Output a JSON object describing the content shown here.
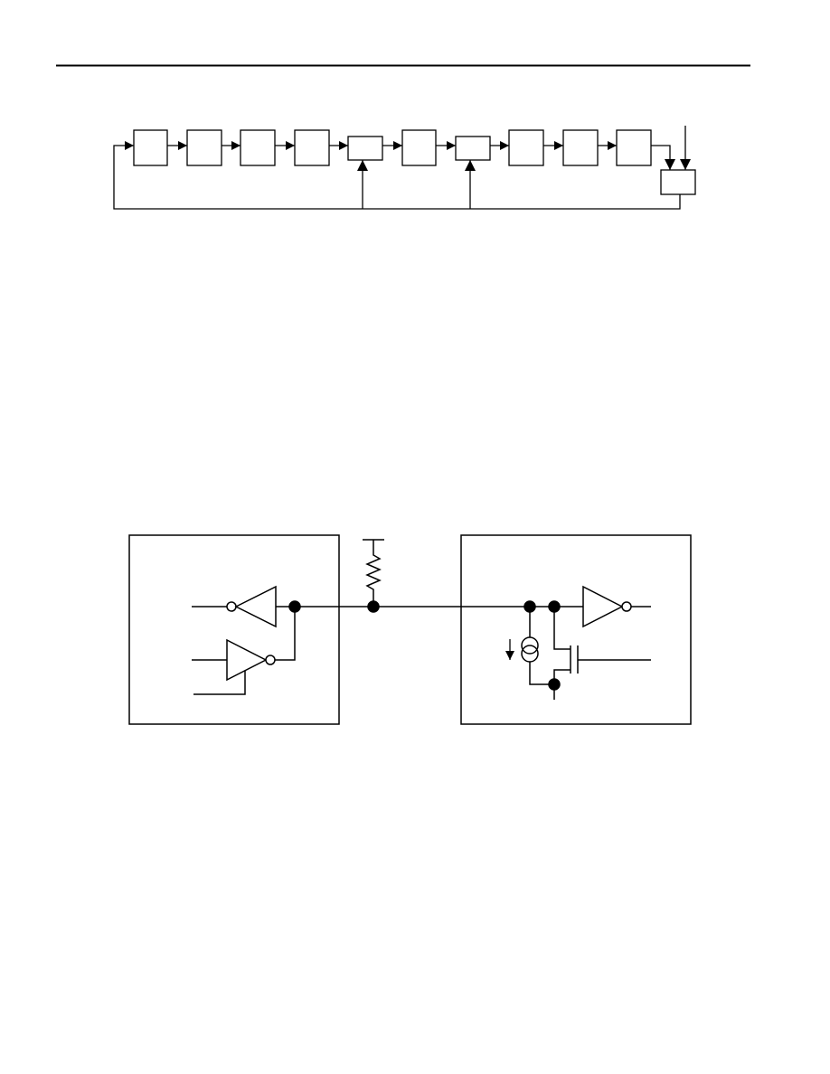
{
  "page": {
    "colors": {
      "background": "#ffffff",
      "ink": "#000000"
    },
    "header_rule": true
  },
  "lfsr_diagram": {
    "register_stage_count": 10,
    "xor_gate_count": 3,
    "feedback_tap_count": 3,
    "external_input_arrow": true
  },
  "pullup_diagram": {
    "left_block": {
      "receiver": "inverting-buffer",
      "driver": "tristate-inverting-buffer",
      "driver_enable_line": true
    },
    "pullup_resistor": true,
    "right_block": {
      "current_source_icon": "double-circle-current-source",
      "current_direction_icon": "down-arrow",
      "transistor": "mosfet",
      "receiver": "inverting-buffer"
    }
  }
}
